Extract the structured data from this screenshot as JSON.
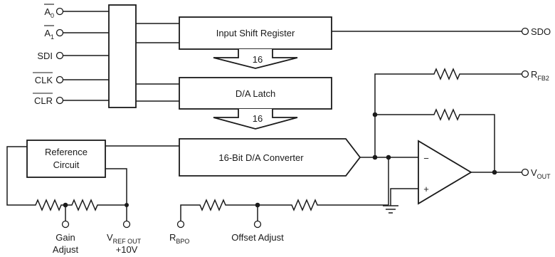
{
  "inputs": {
    "a0": {
      "main": "A",
      "sub": "0"
    },
    "a1": {
      "main": "A",
      "sub": "1"
    },
    "sdi": "SDI",
    "clk": "CLK",
    "clr": "CLR"
  },
  "blocks": {
    "shift_register": "Input Shift Register",
    "latch": "D/A Latch",
    "converter": "16-Bit D/A Converter",
    "reference_line1": "Reference",
    "reference_line2": "Circuit"
  },
  "bus_widths": {
    "upper": "16",
    "lower": "16"
  },
  "outputs": {
    "sdo": "SDO",
    "rfb2": {
      "main": "R",
      "sub": "FB2"
    },
    "vout": {
      "main": "V",
      "sub": "OUT"
    }
  },
  "opamp": {
    "inverting": "−",
    "noninverting": "+"
  },
  "bottom_labels": {
    "gain_line1": "Gain",
    "gain_line2": "Adjust",
    "vref": {
      "main": "V",
      "sub": "REF OUT"
    },
    "vref_value": "+10V",
    "rbpo": {
      "main": "R",
      "sub": "BPO"
    },
    "offset": "Offset Adjust"
  }
}
